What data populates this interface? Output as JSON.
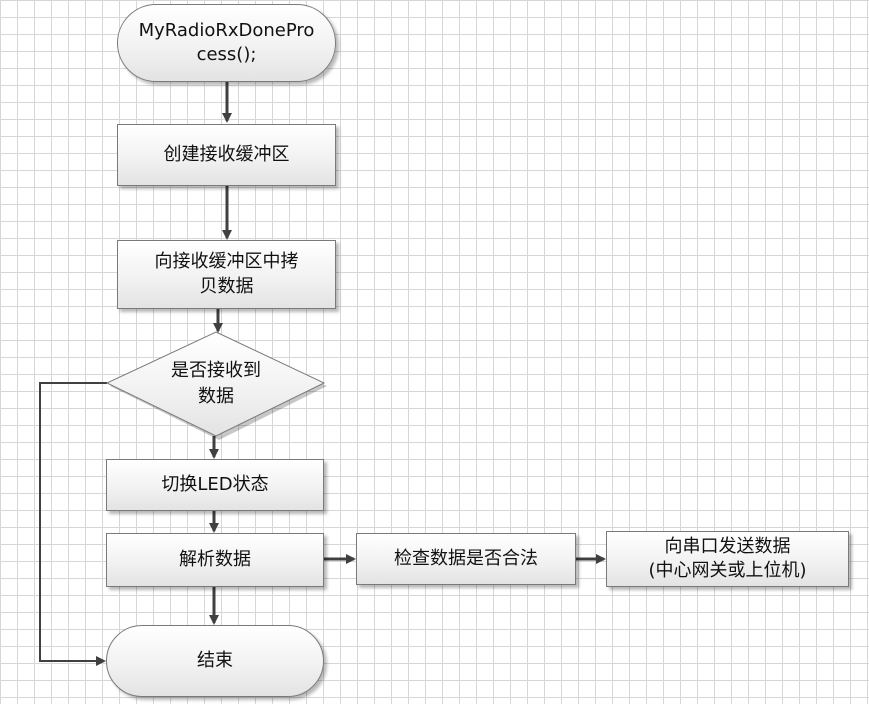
{
  "flowchart": {
    "start": "MyRadioRxDonePro\ncess();",
    "create_buffer": "创建接收缓冲区",
    "copy_data": "向接收缓冲区中拷\n贝数据",
    "decision": "是否接收到\n数据",
    "toggle_led": "切换LED状态",
    "parse_data": "解析数据",
    "check_valid": "检查数据是否合法",
    "send_serial": "向串口发送数据\n(中心网关或上位机)",
    "end": "结束"
  },
  "colors": {
    "line": "#404040",
    "grid": "#d7d7d7",
    "shape_border": "#7a7a7a"
  }
}
